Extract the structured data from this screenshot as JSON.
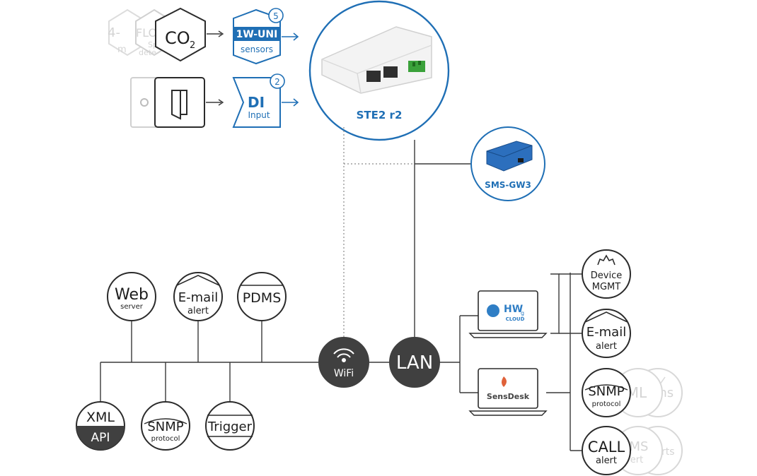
{
  "device": {
    "label": "STE2 r2"
  },
  "gateway": {
    "label": "SMS-GW3"
  },
  "inputs": {
    "onewire": {
      "title": "1W-UNI",
      "subtitle": "sensors",
      "count": "5"
    },
    "di": {
      "title": "DI",
      "subtitle": "Input",
      "count": "2"
    },
    "sensor_co2": {
      "main": "CO",
      "sub": "2"
    },
    "faint_sensor_a": "4-",
    "faint_sensor_a2": "m",
    "faint_sensor_b": "FLO",
    "faint_sensor_b2": "Sp",
    "faint_sensor_b3": "dete"
  },
  "network": {
    "wifi": "WiFi",
    "lan": "LAN"
  },
  "services_top": [
    {
      "main": "Web",
      "sub": "server"
    },
    {
      "main": "E-mail",
      "sub": "alert"
    },
    {
      "main": "PDMS",
      "sub": ""
    }
  ],
  "services_bottom": [
    {
      "main": "XML",
      "sub": "API"
    },
    {
      "main": "SNMP",
      "sub": "protocol"
    },
    {
      "main": "Trigger",
      "sub": ""
    }
  ],
  "cloud": {
    "brand": "HW",
    "brand_sub": "g",
    "brand_line2": "CLOUD"
  },
  "sensdesk": {
    "brand": "SensDesk"
  },
  "features": [
    {
      "main": "Device",
      "sub": "MGMT"
    },
    {
      "main": "E-mail",
      "sub": "alert"
    },
    {
      "main": "SNMP",
      "sub": "protocol"
    },
    {
      "main": "CALL",
      "sub": "alert"
    }
  ],
  "faint_features": {
    "xml": "ML",
    "graphs": "phs",
    "sms": "MS",
    "sms2": "ert",
    "reports": "orts"
  },
  "colors": {
    "accent_blue": "#1f6fb5",
    "dark_node": "#404040",
    "line": "#3a3a3a"
  }
}
